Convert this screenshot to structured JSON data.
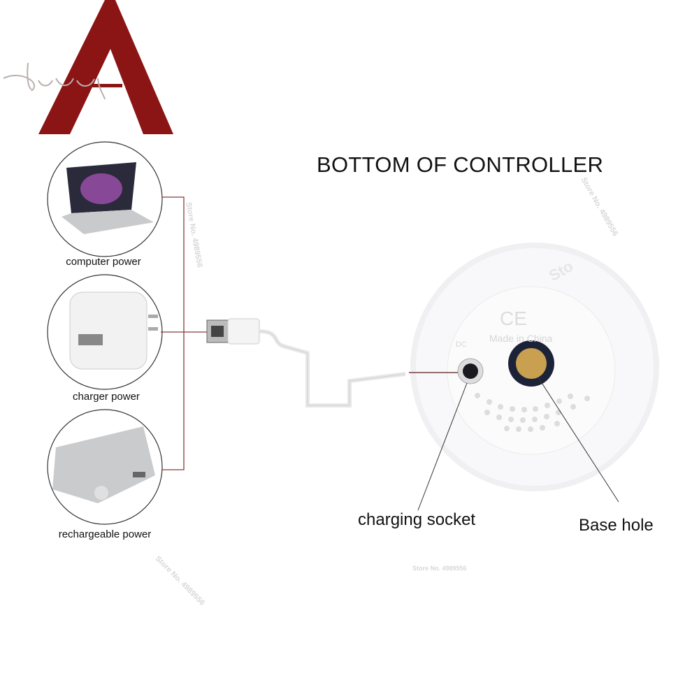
{
  "logo": {
    "letter": "A",
    "script": "Atabey",
    "color": "#8b1414"
  },
  "title": "BOTTOM OF CONTROLLER",
  "power_sources": [
    {
      "label": "computer power",
      "icon": "laptop-icon"
    },
    {
      "label": "charger power",
      "icon": "wall-charger-icon"
    },
    {
      "label": "rechargeable power",
      "icon": "power-bank-icon"
    }
  ],
  "controller": {
    "embossed_text": "Made in China",
    "marks": "CE",
    "port_label": "DC"
  },
  "callouts": {
    "charging_socket": "charging socket",
    "base_hole": "Base hole"
  },
  "watermarks": [
    "Store No. 4989556",
    "Store No. 4989556",
    "Store No. 4989556",
    "Store No. 4989556",
    "Sto"
  ],
  "colors": {
    "connector_line": "#8b3a3a",
    "logo": "#8b1414"
  }
}
